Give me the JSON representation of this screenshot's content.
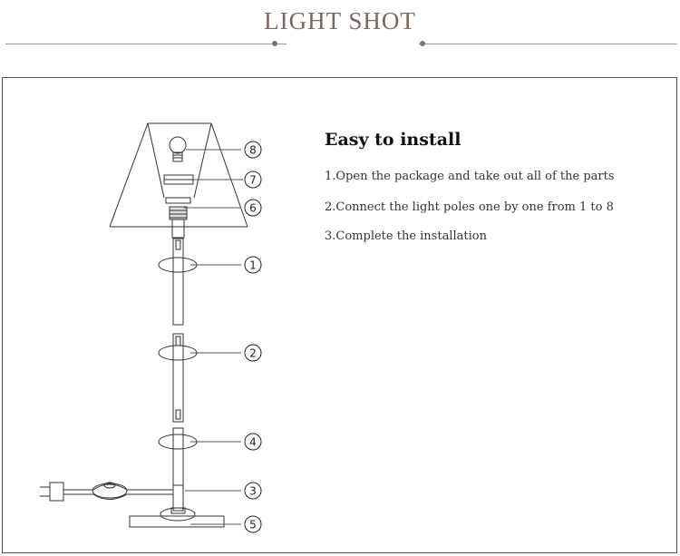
{
  "header": {
    "title": "LIGHT SHOT"
  },
  "instructions": {
    "title": "Easy to install",
    "steps": [
      "1.Open the package and take out all of the parts",
      "2.Connect the light poles one by one from 1 to 8",
      "3.Complete the installation"
    ]
  },
  "diagram": {
    "callouts": [
      {
        "label": "8",
        "part": "bulb"
      },
      {
        "label": "7",
        "part": "shade-holder"
      },
      {
        "label": "6",
        "part": "socket"
      },
      {
        "label": "1",
        "part": "pole-1"
      },
      {
        "label": "2",
        "part": "pole-2"
      },
      {
        "label": "4",
        "part": "pole-4"
      },
      {
        "label": "3",
        "part": "cord-pole"
      },
      {
        "label": "5",
        "part": "base"
      }
    ]
  }
}
